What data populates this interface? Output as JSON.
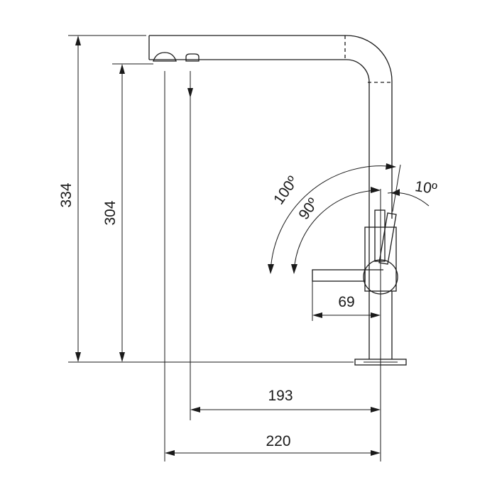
{
  "dimensions": {
    "total_height": "334",
    "spout_height": "304",
    "spout_reach": "193",
    "total_reach": "220",
    "lever_length": "69"
  },
  "angles": {
    "outer": "100º",
    "inner": "90º",
    "side": "10º"
  },
  "colors": {
    "line": "#1a1a1a",
    "background": "#ffffff"
  }
}
